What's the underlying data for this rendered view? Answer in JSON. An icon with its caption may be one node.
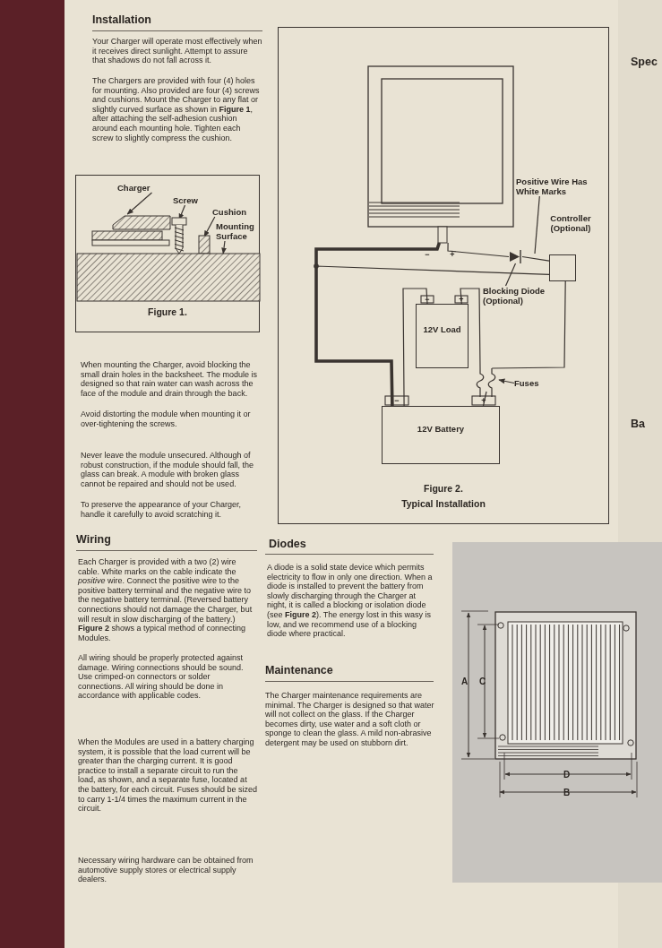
{
  "diagram": {
    "nodes": [
      {
        "text": [
          "Figure 1."
        ]
      },
      {
        "text": [
          "Charger"
        ],
        "in": 0
      },
      {
        "text": [],
        "shape": "picture",
        "in": 0
      },
      {
        "text": [
          "Screw"
        ],
        "in": 0
      },
      {
        "text": [],
        "shape": "picture",
        "in": 0
      },
      {
        "text": [
          "Cushion"
        ],
        "in": 0
      },
      {
        "text": [],
        "shape": "box",
        "in": 0
      },
      {
        "text": [
          "Mounting Surface"
        ],
        "in": 0
      },
      {
        "text": [],
        "shape": "box",
        "in": 0
      },
      {
        "text": [
          "Figure 2.",
          "Typical Installation"
        ]
      },
      {
        "text": [],
        "shape": "picture",
        "in": 9
      },
      {
        "text": [
          "Positive Wire Has White Marks"
        ],
        "in": 9
      },
      {
        "text": [
          "Controller (Optional)"
        ],
        "in": 9
      },
      {
        "text": [
          "Blocking Diode (Optional)"
        ],
        "in": 9
      },
      {
        "text": [],
        "shape": "picture",
        "in": 9
      },
      {
        "text": [
          "12V Load"
        ],
        "in": 9
      },
      {
        "text": [
          "12V Battery"
        ],
        "in": 9
      },
      {
        "text": [
          "Fuses"
        ],
        "in": 9
      },
      {
        "text": [],
        "shape": "picture",
        "in": 9
      }
    ],
    "edges": [
      {
        "from": 1,
        "to": 2,
        "arrow": "to"
      },
      {
        "from": 3,
        "to": 4,
        "arrow": "to"
      },
      {
        "from": 5,
        "to": 6,
        "arrow": "to"
      },
      {
        "from": 7,
        "to": 8,
        "arrow": "to"
      },
      {
        "from": 11,
        "to": null,
        "arrow": "none"
      },
      {
        "from": 13,
        "to": 14,
        "arrow": "none"
      },
      {
        "from": 17,
        "to": 18,
        "arrow": "to"
      },
      {
        "from": 10,
        "to": 14,
        "arrow": "none"
      },
      {
        "from": 14,
        "to": 12,
        "arrow": "none"
      },
      {
        "from": 10,
        "to": 16,
        "arrow": "none",
        "style": "thick"
      },
      {
        "from": 12,
        "to": 16,
        "arrow": "none"
      },
      {
        "from": 15,
        "to": 16,
        "arrow": "none"
      },
      {
        "from": 15,
        "to": 18,
        "arrow": "none"
      },
      {
        "from": 12,
        "to": 18,
        "arrow": "none"
      },
      {
        "from": 18,
        "to": 16,
        "arrow": "none"
      }
    ],
    "labels": [
      "Installation",
      "Your Charger will operate most effectively when it receives direct sunlight. Attempt to assure that shadows do not fall across it.",
      "The Chargers are provided with four (4) holes for mounting. Also provided are four (4) screws and cushions. Mount the Charger to any flat or slightly curved surface as shown in **Figure 1**, after attaching the self-adhesion cushion around each mounting hole. Tighten each screw to slightly compress the cushion.",
      "When mounting the Charger, avoid blocking the small drain holes in the backsheet. The module is designed so that rain water can wash across the face of the module and drain through the back.",
      "Avoid distorting the module when mounting it or over-tightening the screws.",
      "Never leave the module unsecured. Although of robust construction, if the module should fall, the glass can break. A module with broken glass cannot be repaired and should not be used.",
      "To preserve the appearance of your Charger, handle it carefully to avoid scratching it.",
      "Wiring",
      "Each Charger is provided with a two (2) wire cable. White marks on the cable indicate the *positive* wire. Connect the positive wire to the positive battery terminal and the negative wire to the negative battery terminal. (Reversed battery connections should not damage the Charger, but will result in slow discharging of the battery.)",
      "**Figure 2** shows a typical method of connecting Modules.",
      "All wiring should be properly protected against damage. Wiring connections should be sound. Use crimped-on connectors or solder connections. All wiring should be done in accordance with applicable codes.",
      "When the Modules are used in a battery charging system, it is possible that the load current will be greater than the charging current. It is good practice to install a separate circuit to run the load, as shown, and a separate fuse, located at the battery, for each circuit. Fuses should be sized to carry 1-1/4 times the maximum current in the circuit.",
      "Necessary wiring hardware can be obtained from automotive supply stores or electrical supply dealers.",
      "−",
      "+",
      "−",
      "+",
      "−",
      "+",
      "Diodes",
      "A diode is a solid state device which permits electricity to flow in only one direction. When a diode is installed to prevent the battery from slowly discharging through the Charger at night, it is called a blocking or isolation diode (see **Figure 2**). The energy lost in this wasy is low, and we recommend use of a blocking diode where practical.",
      "Maintenance",
      "The Charger maintenance requirements are minimal. The Charger is designed so that water will not collect on the glass. If the Charger becomes dirty, use water and a soft cloth or sponge to clean the glass. A mild non-abrasive detergent may be used on stubborn dirt.",
      "A",
      "C",
      "D",
      "B",
      "Spec",
      "Ba"
    ]
  }
}
